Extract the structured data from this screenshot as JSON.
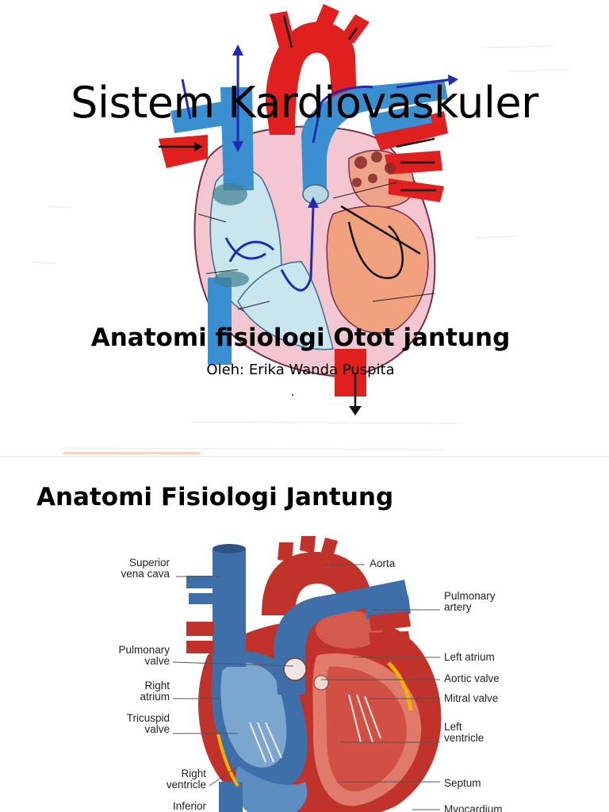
{
  "slide1": {
    "title": "Sistem Kardiovaskuler",
    "subtitle": "Anatomi fisiologi Otot jantung",
    "byline": "Oleh: Erika Wanda Puspita"
  },
  "slide2": {
    "title": "Anatomi Fisiologi Jantung",
    "labels_left": [
      {
        "line1": "Superior",
        "line2": "vena cava"
      },
      {
        "line1": "Pulmonary",
        "line2": "valve"
      },
      {
        "line1": "Right",
        "line2": "atrium"
      },
      {
        "line1": "Tricuspid",
        "line2": "valve"
      },
      {
        "line1": "Right",
        "line2": "ventricle"
      },
      {
        "line1": "Inferior",
        "line2": ""
      }
    ],
    "labels_right": [
      {
        "line1": "Aorta",
        "line2": ""
      },
      {
        "line1": "Pulmonary",
        "line2": "artery"
      },
      {
        "line1": "Left atrium",
        "line2": ""
      },
      {
        "line1": "Aortic valve",
        "line2": ""
      },
      {
        "line1": "Mitral valve",
        "line2": ""
      },
      {
        "line1": "Left",
        "line2": "ventricle"
      },
      {
        "line1": "Septum",
        "line2": ""
      },
      {
        "line1": "Myocardium",
        "line2": ""
      }
    ]
  },
  "colors": {
    "artery_red": "#e0201e",
    "vein_blue": "#3a8fd0",
    "deep_blue": "#1f2bb0",
    "pericardium_pink": "#f3c6d2",
    "chamber_cyan": "#c9e6ef",
    "left_ventricle_salmon": "#f2a17f",
    "heart_red_dark": "#c0322a",
    "heart_blue": "#3f6fa8"
  }
}
